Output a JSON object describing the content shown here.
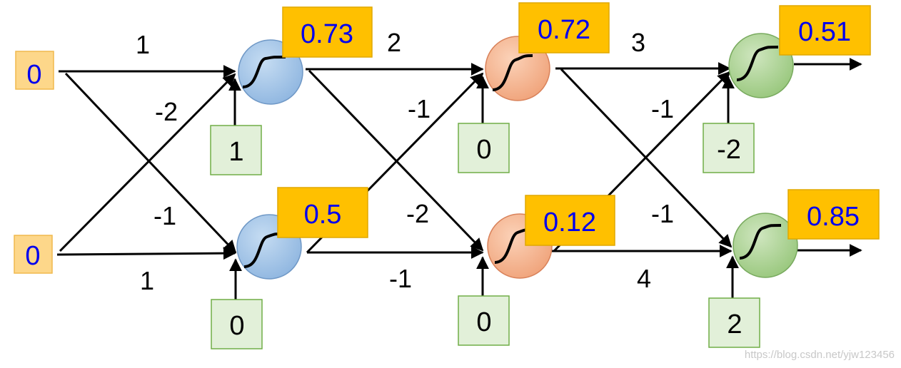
{
  "inputs": [
    "0",
    "0"
  ],
  "weights": {
    "l1": [
      "1",
      "-2",
      "-1",
      "1"
    ],
    "l2": [
      "2",
      "-1",
      "-2",
      "-1"
    ],
    "l3": [
      "3",
      "-1",
      "-1",
      "4"
    ]
  },
  "biases": {
    "l1": [
      "1",
      "0"
    ],
    "l2": [
      "0",
      "0"
    ],
    "l3": [
      "-2",
      "2"
    ]
  },
  "outputs": {
    "l1": [
      "0.73",
      "0.5"
    ],
    "l2": [
      "0.72",
      "0.12"
    ],
    "l3": [
      "0.51",
      "0.85"
    ]
  },
  "watermark": "https://blog.csdn.net/yjw123456",
  "colors": {
    "input_box": "#fdd78a",
    "output_box": "#ffc000",
    "bias_box": "#e2f0d9",
    "layer1_neuron": "#9dc3e6",
    "layer2_neuron": "#f4b183",
    "layer3_neuron": "#a9d18e",
    "value_text": "#0000ee"
  },
  "icons": [
    "sigmoid-icon",
    "arrow-icon"
  ]
}
